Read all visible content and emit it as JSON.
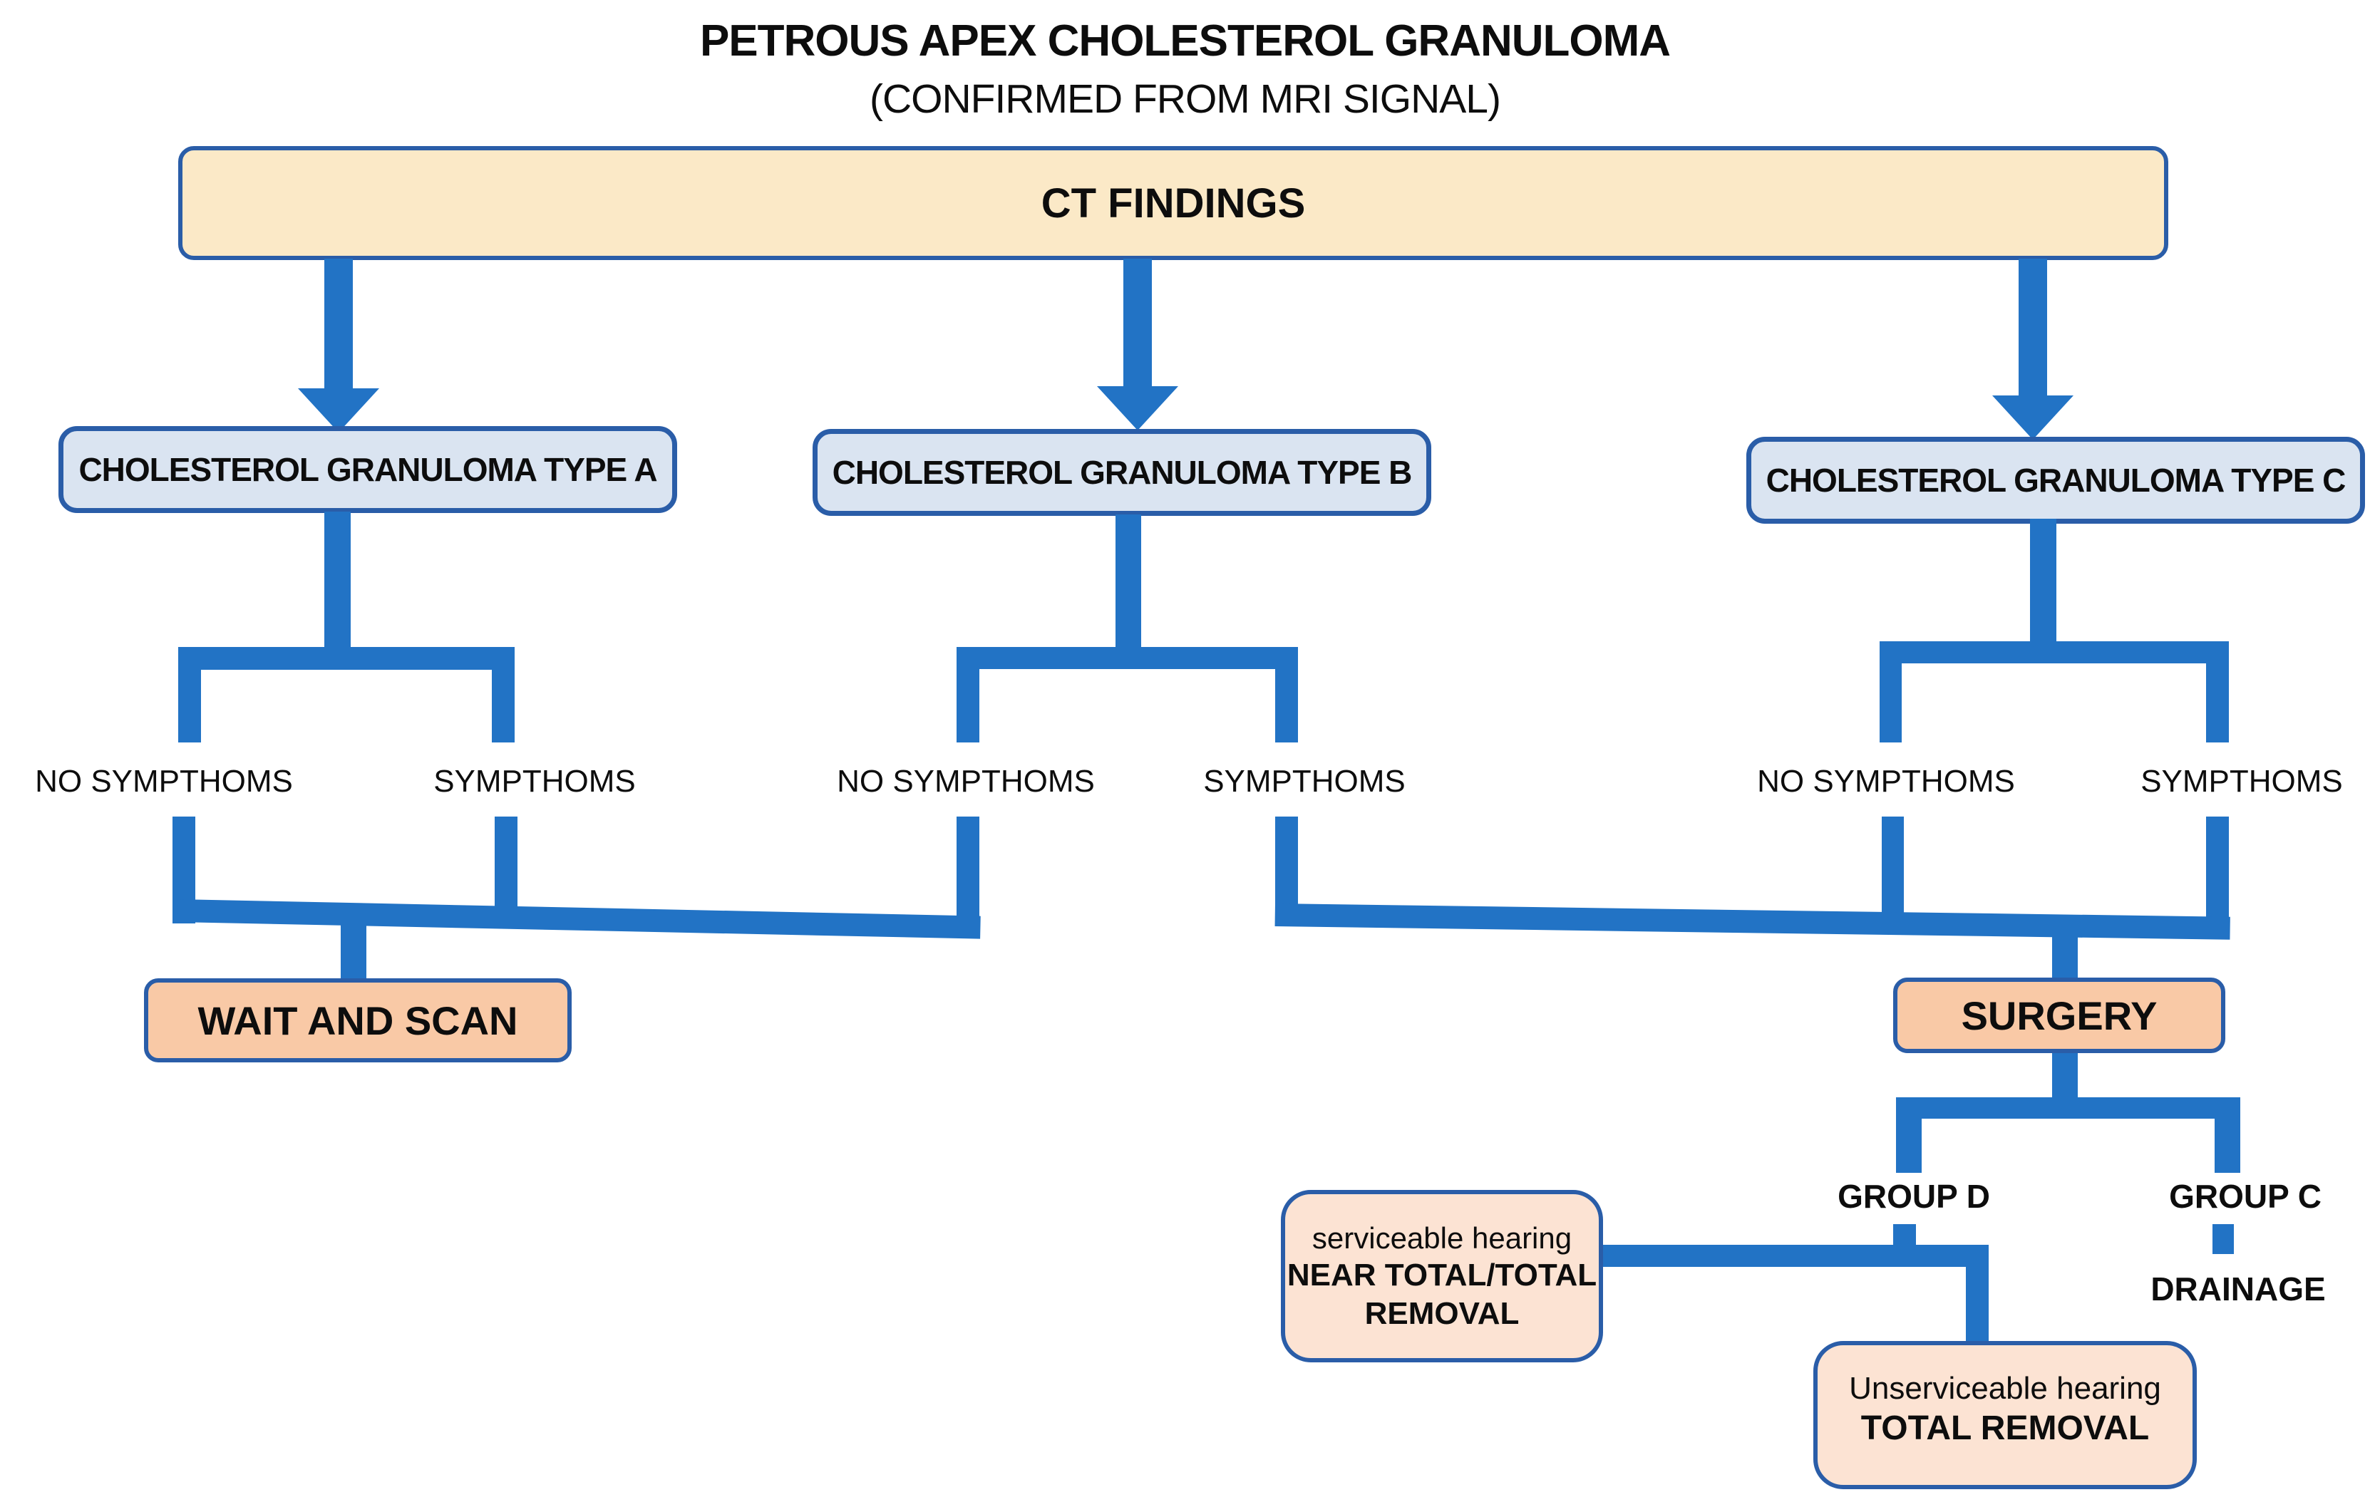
{
  "title": {
    "line1": "PETROUS APEX CHOLESTEROL GRANULOMA",
    "line2": "(CONFIRMED FROM MRI SIGNAL)"
  },
  "nodes": {
    "ct_findings": "CT FINDINGS",
    "type_a": "CHOLESTEROL GRANULOMA TYPE A",
    "type_b": "CHOLESTEROL GRANULOMA TYPE B",
    "type_c": "CHOLESTEROL GRANULOMA TYPE C",
    "wait_and_scan": "WAIT AND SCAN",
    "surgery": "SURGERY",
    "group_d": "GROUP D",
    "group_c": "GROUP C",
    "drainage": "DRAINAGE",
    "serviceable": {
      "line1": "serviceable hearing",
      "line2": "NEAR TOTAL/TOTAL",
      "line3": "REMOVAL"
    },
    "unserviceable": {
      "line1": "Unserviceable hearing",
      "line2": "TOTAL REMOVAL"
    }
  },
  "branch_labels": {
    "a_no": "NO SYMPTHOMS",
    "a_yes": "SYMPTHOMS",
    "b_no": "NO SYMPTHOMS",
    "b_yes": "SYMPTHOMS",
    "c_no": "NO SYMPTHOMS",
    "c_yes": "SYMPTHOMS"
  },
  "colors": {
    "connector_blue": "#2273c5",
    "box_border_blue": "#2a5da8",
    "ct_fill_cream": "#fbe9c7",
    "type_fill_lightblue": "#dae4f1",
    "action_fill_peach": "#f9c9a6",
    "outcome_fill_lightpeach": "#fce3d3",
    "text_ink": "#0d0d0d",
    "background": "#ffffff"
  }
}
